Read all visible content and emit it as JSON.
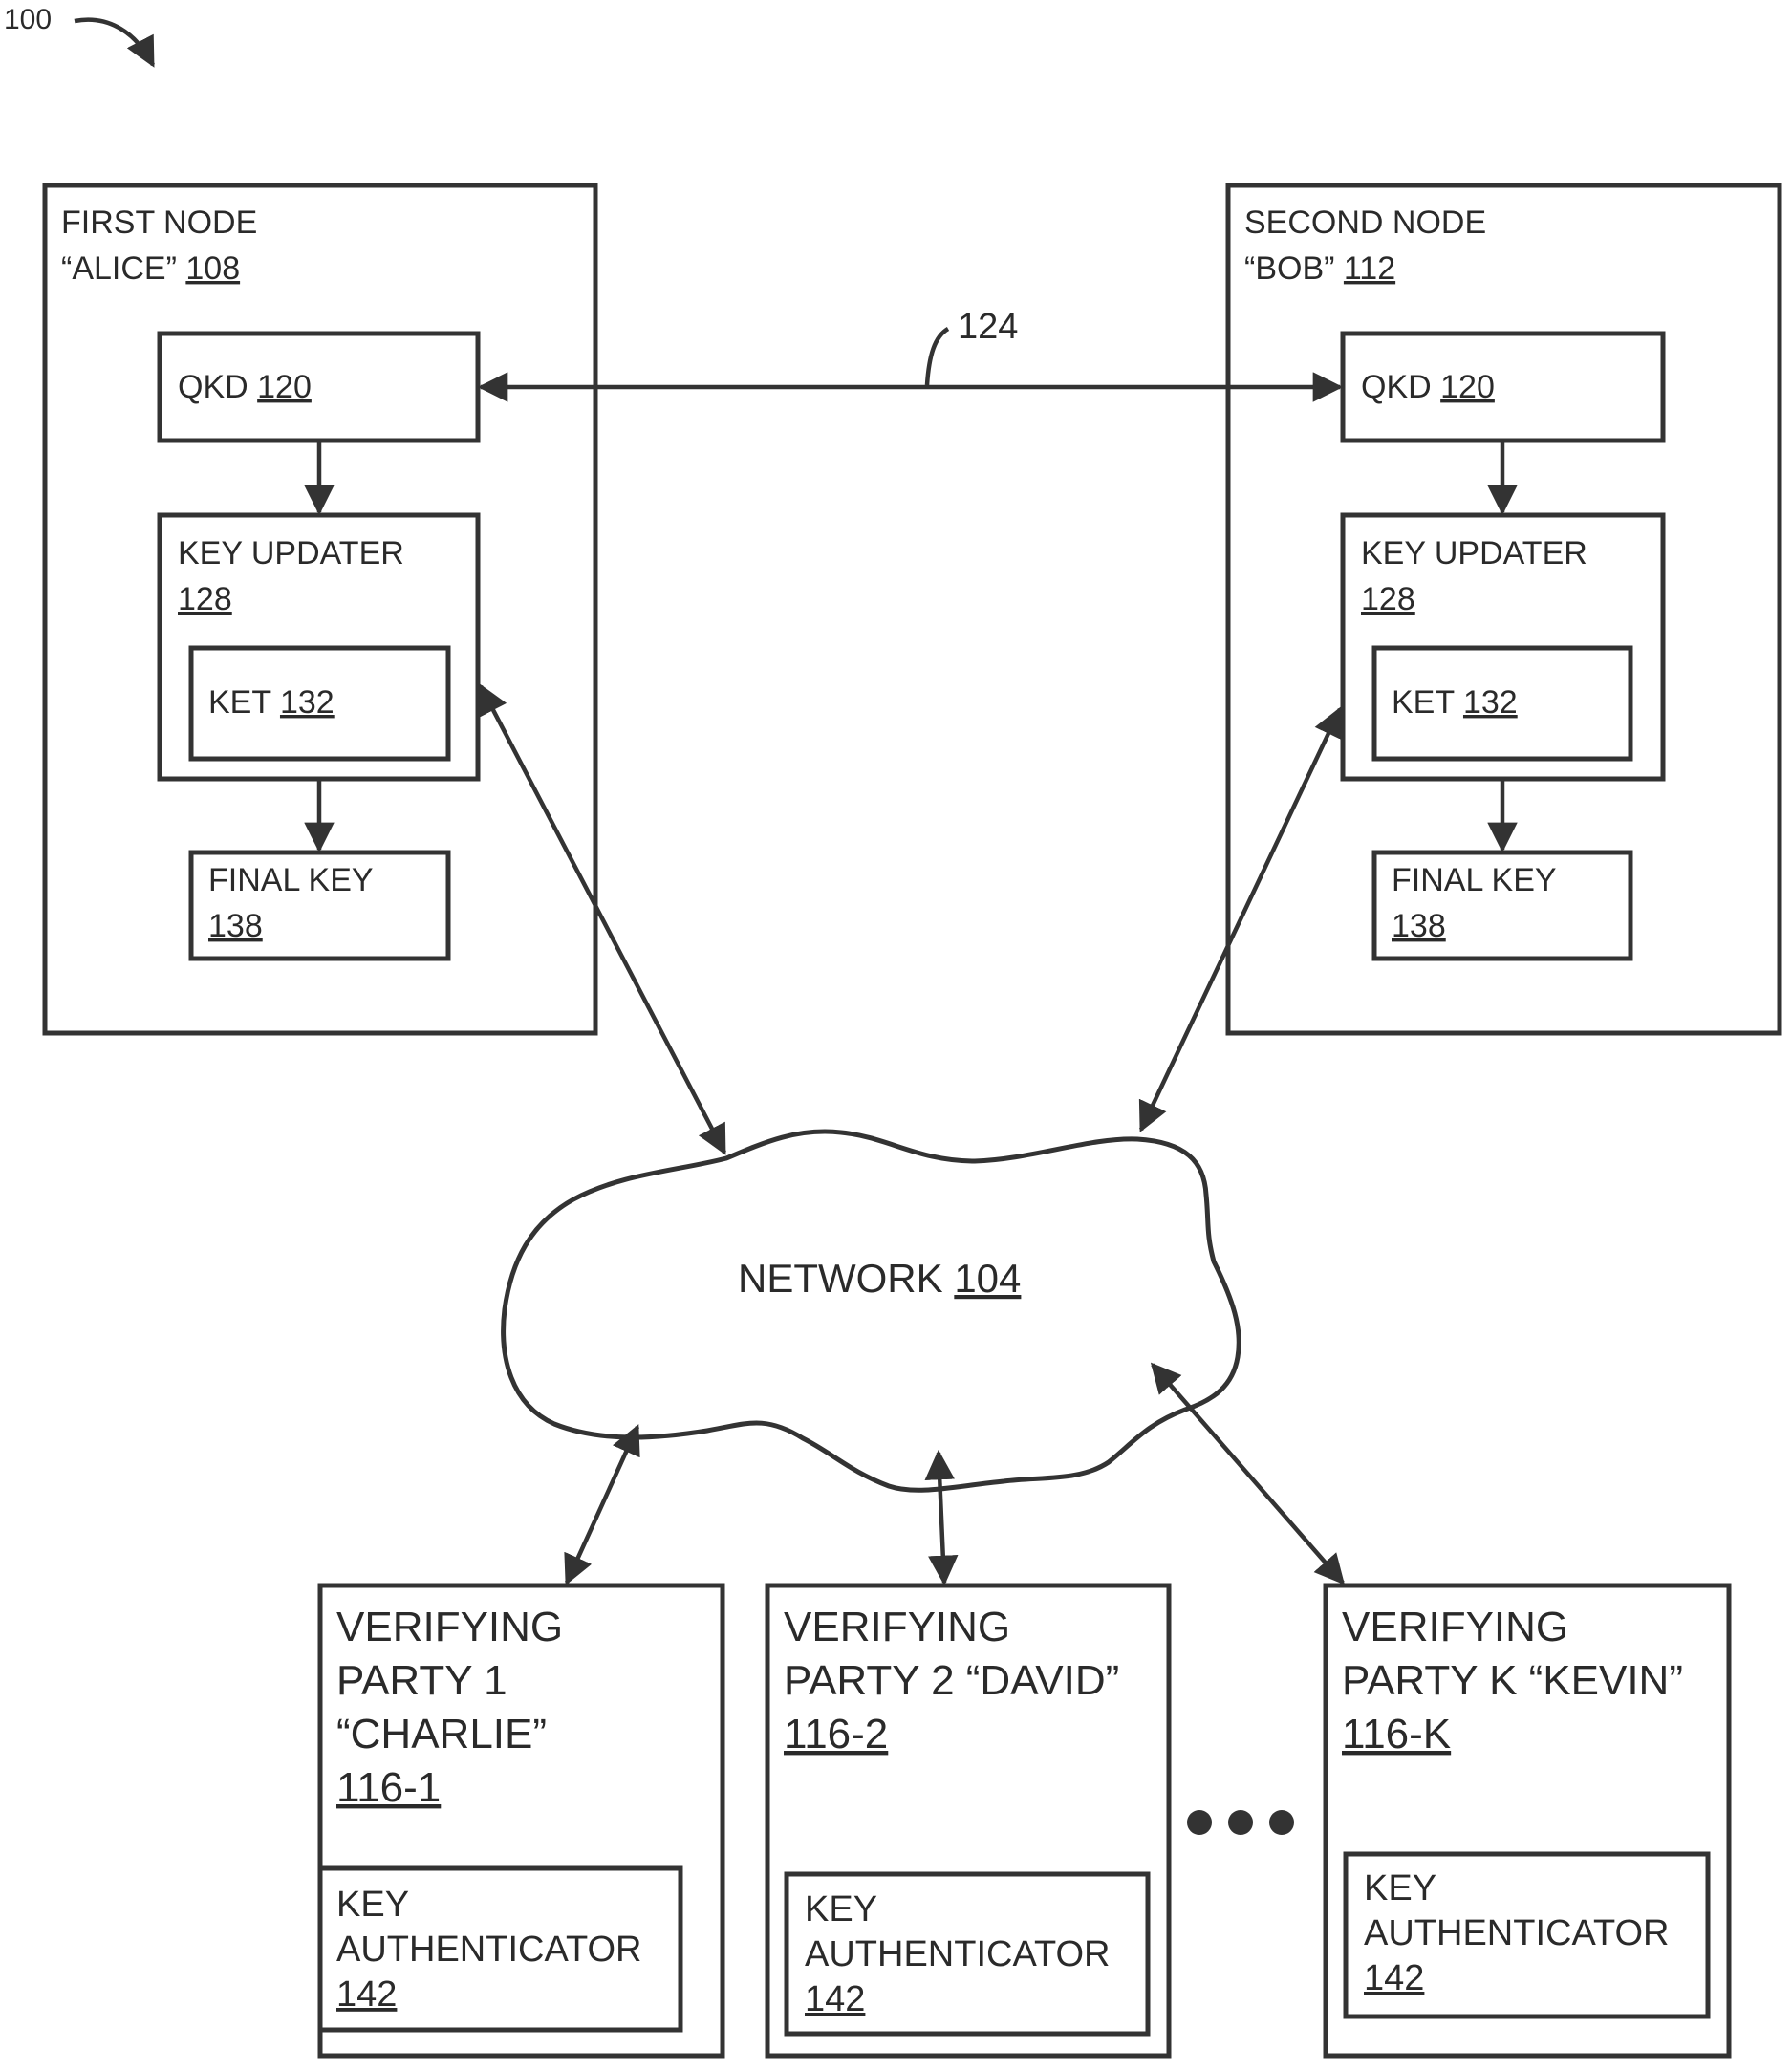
{
  "figure": {
    "reference": "100",
    "connection_ref": "124"
  },
  "first_node": {
    "title": "FIRST NODE",
    "name": "“ALICE”",
    "ref": "108",
    "qkd": {
      "label": "QKD",
      "ref": "120"
    },
    "key_updater": {
      "label": "KEY UPDATER",
      "ref": "128"
    },
    "ket": {
      "label": "KET",
      "ref": "132"
    },
    "final_key": {
      "label": "FINAL KEY",
      "ref": "138"
    }
  },
  "second_node": {
    "title": "SECOND NODE",
    "name": "“BOB”",
    "ref": "112",
    "qkd": {
      "label": "QKD",
      "ref": "120"
    },
    "key_updater": {
      "label": "KEY UPDATER",
      "ref": "128"
    },
    "ket": {
      "label": "KET",
      "ref": "132"
    },
    "final_key": {
      "label": "FINAL KEY",
      "ref": "138"
    }
  },
  "network": {
    "label": "NETWORK",
    "ref": "104"
  },
  "verifying_parties": [
    {
      "lines": [
        "VERIFYING",
        "PARTY 1",
        "“CHARLIE”"
      ],
      "ref": "116-1",
      "authenticator": {
        "lines": [
          "KEY",
          "AUTHENTICATOR"
        ],
        "ref": "142"
      }
    },
    {
      "lines": [
        "VERIFYING",
        "PARTY 2 “DAVID”"
      ],
      "ref": "116-2",
      "authenticator": {
        "lines": [
          "KEY",
          "AUTHENTICATOR"
        ],
        "ref": "142"
      }
    },
    {
      "lines": [
        "VERIFYING",
        "PARTY K “KEVIN”"
      ],
      "ref": "116-K",
      "authenticator": {
        "lines": [
          "KEY",
          "AUTHENTICATOR"
        ],
        "ref": "142"
      }
    }
  ],
  "ellipsis": "•••"
}
